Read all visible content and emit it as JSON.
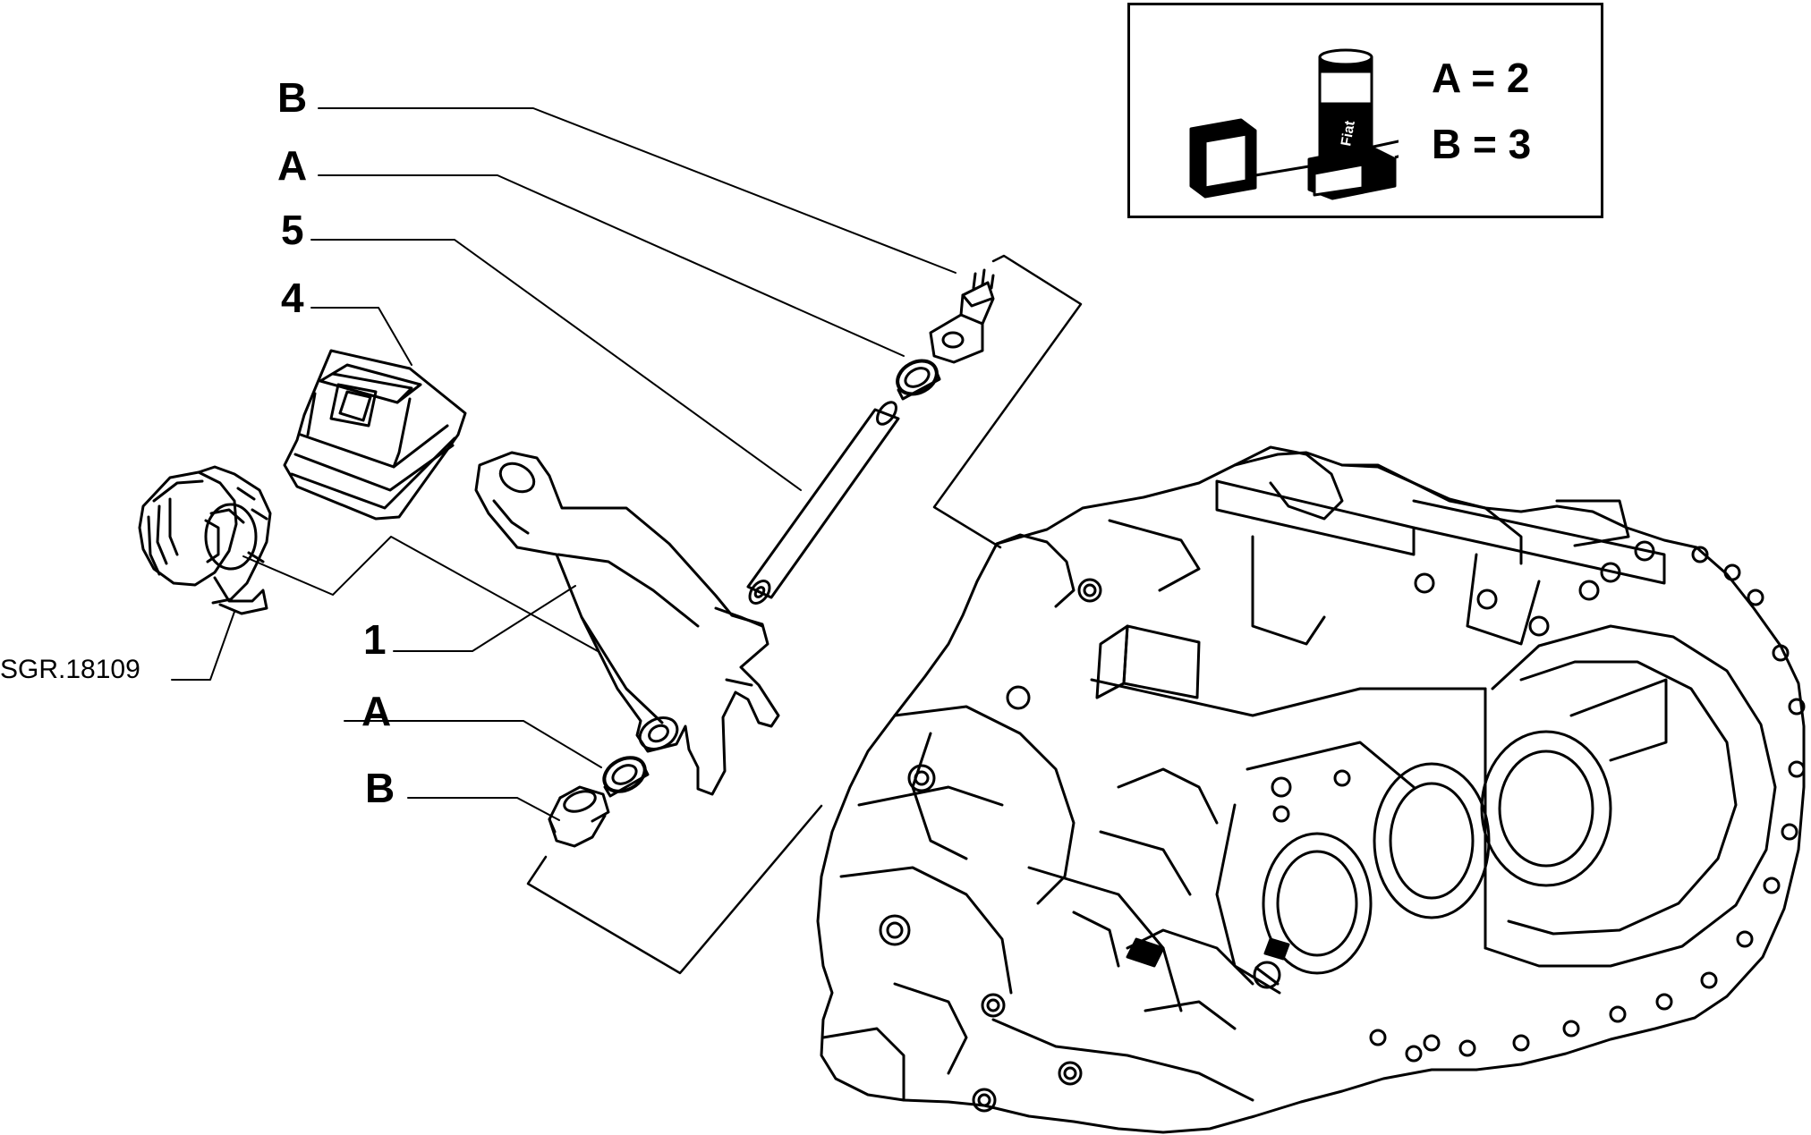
{
  "callouts": {
    "b_top": "B",
    "a_top": "A",
    "five": "5",
    "four": "4",
    "one": "1",
    "a_bottom": "A",
    "b_bottom": "B"
  },
  "reference_code": "SGR.18109",
  "quantity_box": {
    "line_a": "A = 2",
    "line_b": "B = 3",
    "icon_label": "Fiat"
  },
  "colors": {
    "ink": "#000000",
    "paper": "#ffffff"
  }
}
